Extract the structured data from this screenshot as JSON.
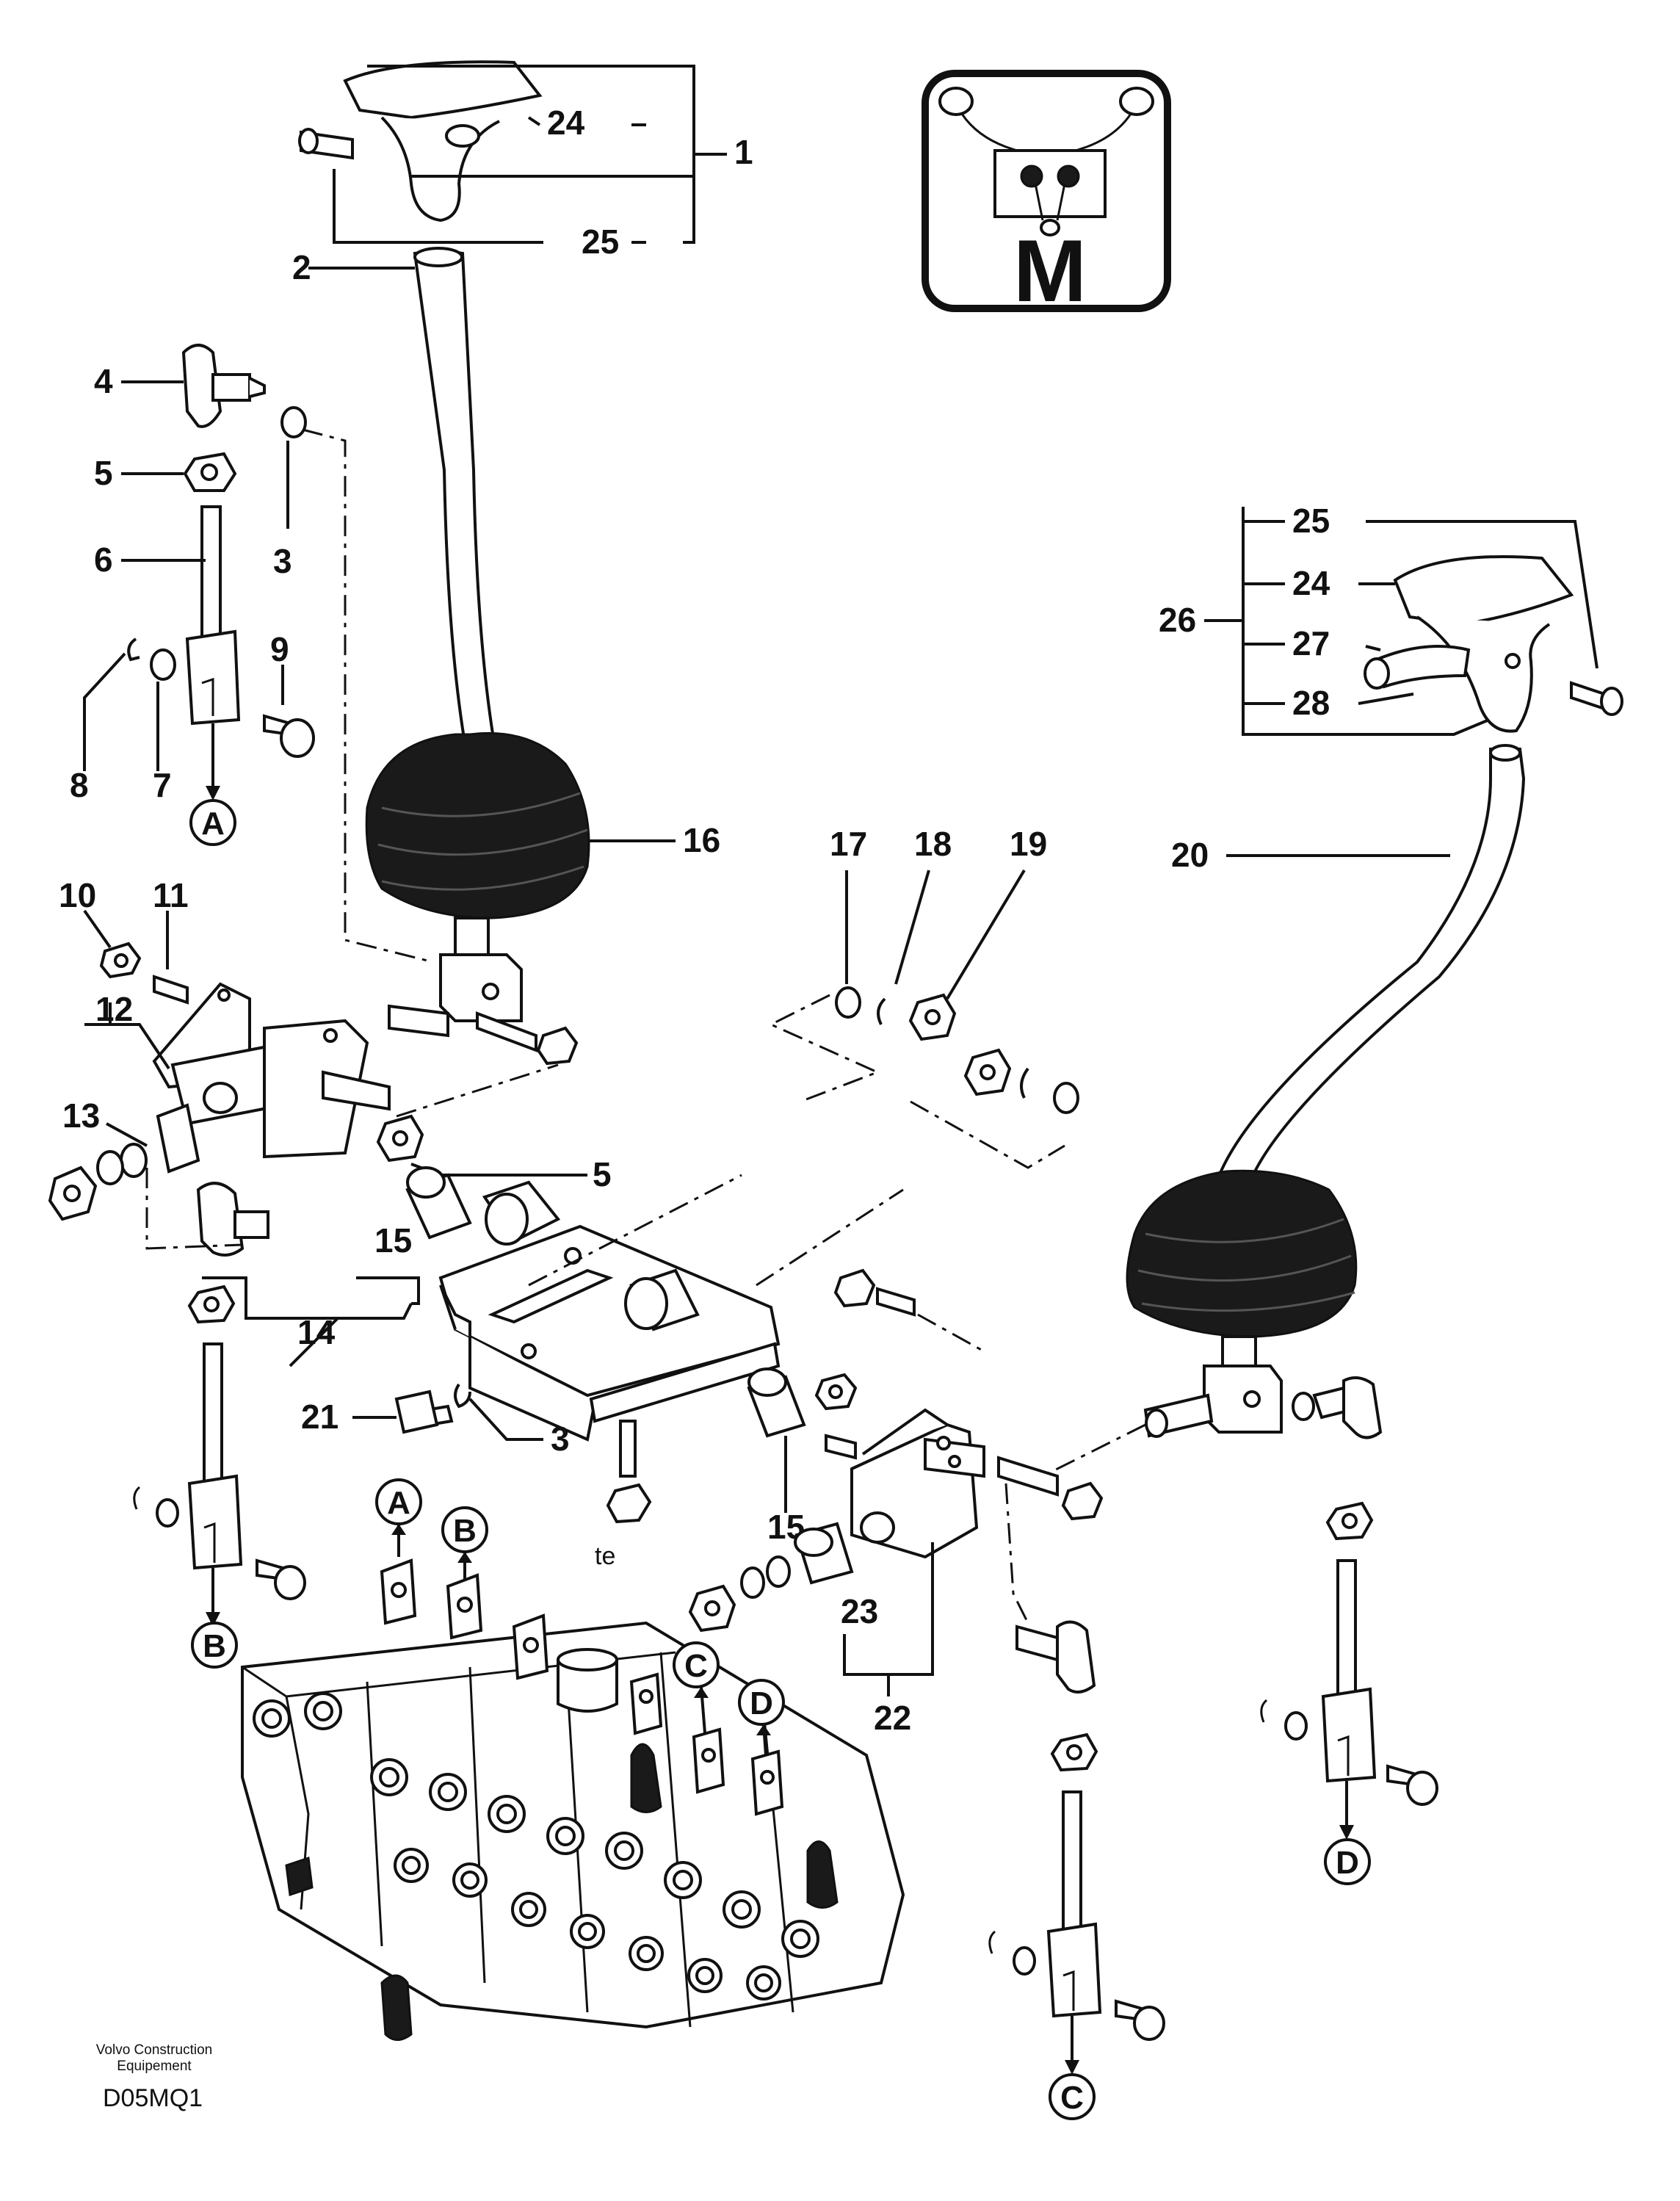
{
  "diagram": {
    "legend_icon_letter": "M",
    "footer_company_line1": "Volvo Construction",
    "footer_company_line2": "Equipement",
    "drawing_code": "D05MQ1",
    "stray_mark": "te",
    "part_numbers": [
      "1",
      "2",
      "3",
      "4",
      "5",
      "6",
      "7",
      "8",
      "9",
      "10",
      "11",
      "12",
      "13",
      "14",
      "15",
      "16",
      "17",
      "18",
      "19",
      "20",
      "21",
      "22",
      "23",
      "24",
      "25",
      "26",
      "27",
      "28"
    ],
    "connection_refs": [
      "A",
      "B",
      "C",
      "D"
    ]
  }
}
